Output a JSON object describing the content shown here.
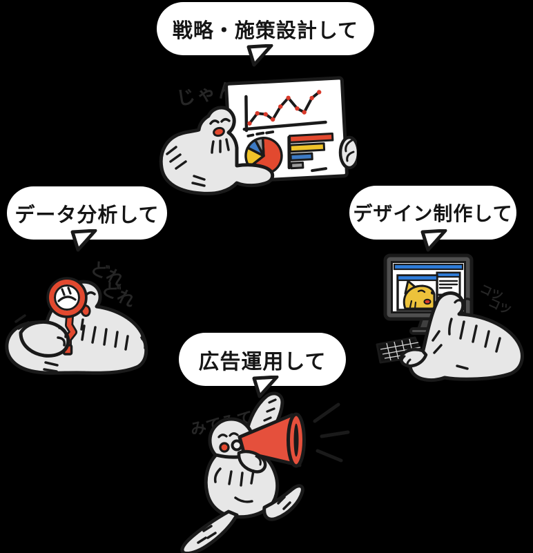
{
  "bubbles": {
    "strategy": "戦略・施策設計して",
    "analysis": "データ分析して",
    "design": "デザイン制作して",
    "ads": "広告運用して"
  },
  "annotations": {
    "tada": "じゃん",
    "dore_1": "どれ",
    "dore_2": "どれ",
    "kotsu_1": "コツ",
    "kotsu_2": "コツ",
    "mitemite": "みてみて〜"
  },
  "colors": {
    "background": "#000000",
    "bubble_white": "#FFFFFF",
    "outline": "#1A1A1A",
    "body_gray": "#E7E7E7",
    "accent_red": "#E2492F",
    "accent_yellow": "#EFC32A",
    "accent_blue": "#3D7AC4",
    "neutral_gray": "#9C9C9C",
    "window_blue": "#2E7CD9",
    "monitor_gray": "#4F4F4F"
  },
  "icons": [
    "chart-presenter-character",
    "line-chart",
    "pie-chart",
    "bar-chart",
    "magnifier-character",
    "magnifier",
    "designer-character",
    "monitor",
    "keyboard",
    "dog-artwork",
    "megaphone-character",
    "megaphone"
  ]
}
